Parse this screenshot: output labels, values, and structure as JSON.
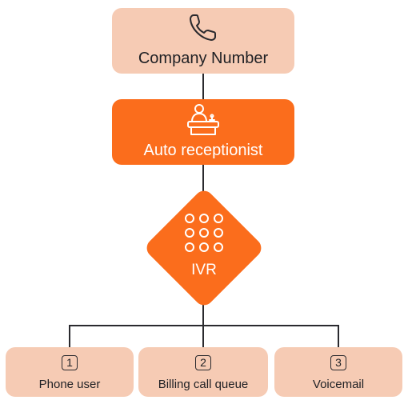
{
  "nodes": {
    "company": {
      "label": "Company Number",
      "icon": "phone-icon"
    },
    "auto": {
      "label": "Auto receptionist",
      "icon": "receptionist-desk-icon"
    },
    "ivr": {
      "label": "IVR",
      "icon": "keypad-icon"
    }
  },
  "leaves": [
    {
      "number": "1",
      "label": "Phone user"
    },
    {
      "number": "2",
      "label": "Billing call queue"
    },
    {
      "number": "3",
      "label": "Voicemail"
    }
  ],
  "colors": {
    "light_fill": "#f6cbb4",
    "accent": "#fb6d1c",
    "text": "#1f2024",
    "connector": "#2a2a2e"
  }
}
